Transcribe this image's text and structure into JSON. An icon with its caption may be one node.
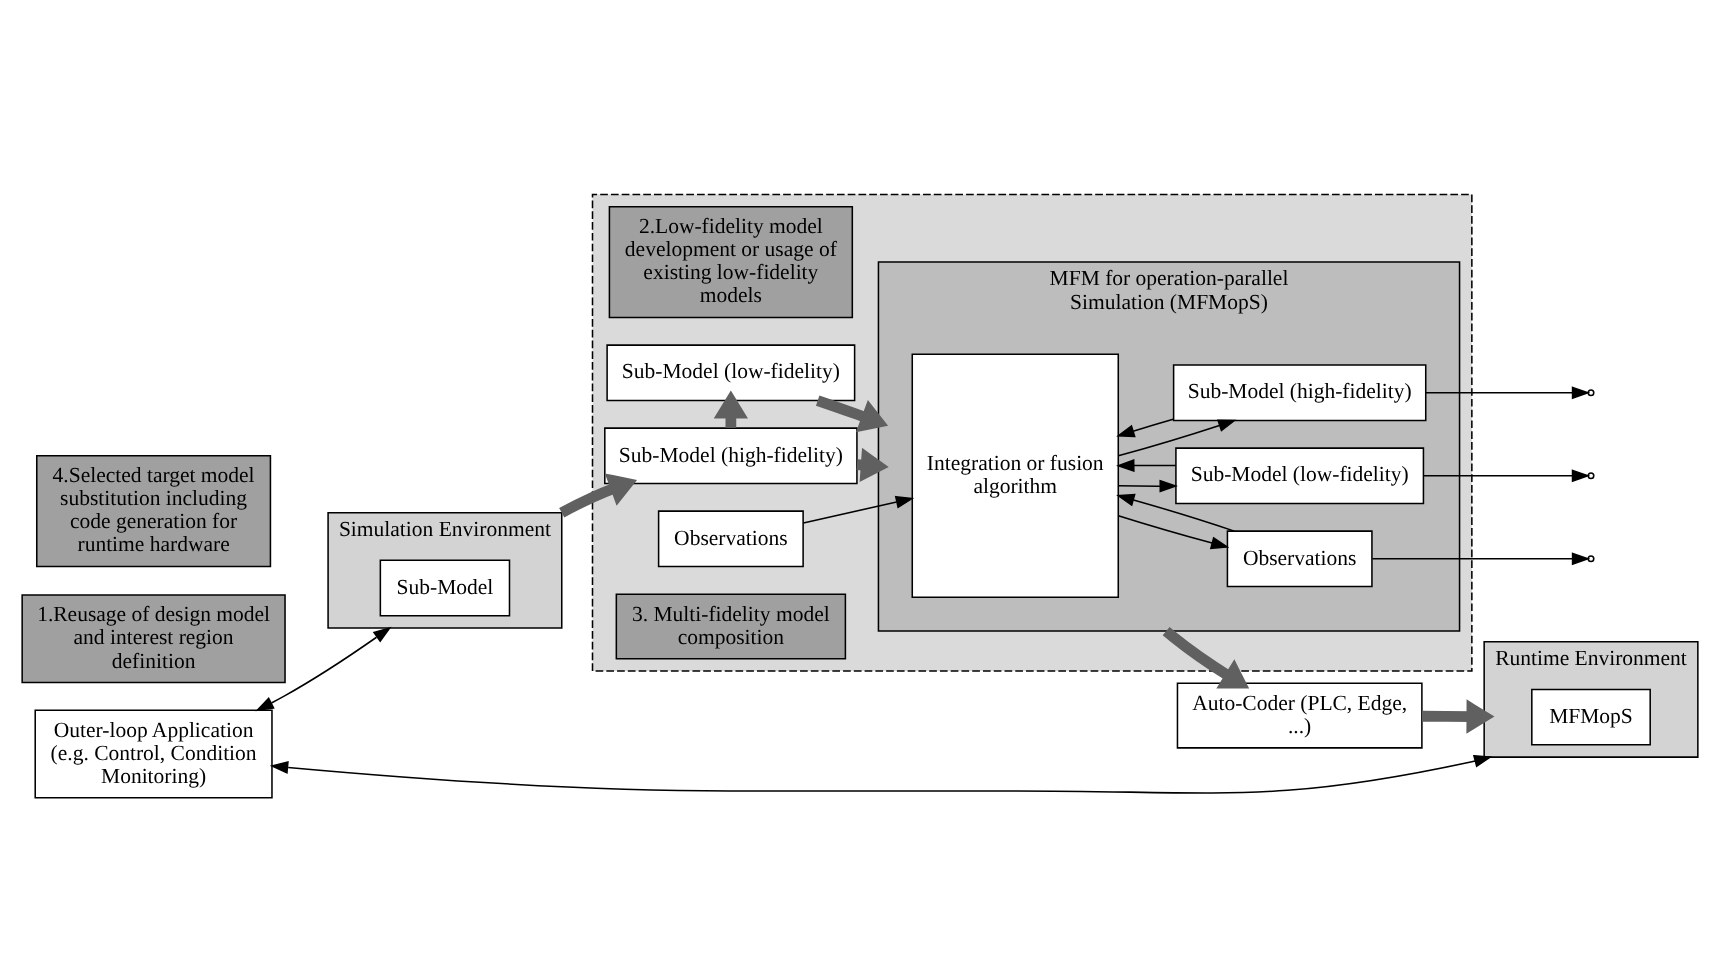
{
  "diagram": {
    "nodes": [
      {
        "text": [
          "Outer-loop Application (e.g. Control, Condition Monitoring)"
        ]
      },
      {
        "text": [
          "Simulation Environment"
        ]
      },
      {
        "text": [
          "Sub-Model"
        ],
        "in": 1
      },
      {
        "text": [
          "Runtime Environment"
        ]
      },
      {
        "text": [
          "MFMopS"
        ],
        "in": 3
      },
      {
        "text": [
          "Auto-Coder (PLC, Edge, ...)"
        ]
      },
      {
        "text": [
          "1.Reusage of design model and interest region definition"
        ]
      },
      {
        "text": [
          "4.Selected target model substitution including code generation for runtime hardware"
        ]
      },
      {
        "text": [],
        "shape": "box"
      },
      {
        "text": [
          "2.Low-fidelity model development or usage of existing low-fidelity models"
        ],
        "in": 8
      },
      {
        "text": [
          "Sub-Model (high-fidelity)"
        ],
        "in": 8
      },
      {
        "text": [
          "Sub-Model (low-fidelity)"
        ],
        "in": 8
      },
      {
        "text": [
          "Observations"
        ],
        "in": 8
      },
      {
        "text": [
          "MFM for operation-parallel Simulation (MFMopS)"
        ],
        "in": 8
      },
      {
        "text": [
          "Integration or fusion algorithm"
        ],
        "in": 13
      },
      {
        "text": [
          "Sub-Model (high-fidelity)"
        ],
        "in": 13
      },
      {
        "text": [
          "Sub-Model (low-fidelity)"
        ],
        "in": 13
      },
      {
        "text": [
          "Observations"
        ],
        "in": 13
      },
      {
        "text": [
          "3. Multi-fidelity model composition"
        ],
        "in": 8
      }
    ],
    "edges": [
      {
        "from": 0,
        "to": 1,
        "arrow": "both"
      },
      {
        "from": 0,
        "to": 3,
        "arrow": "both"
      },
      {
        "from": 5,
        "to": 3,
        "arrow": "to",
        "style": "thick",
        "color": "#606060"
      },
      {
        "from": 13,
        "to": 5,
        "arrow": "to",
        "style": "thick",
        "color": "#606060"
      },
      {
        "from": 1,
        "to": 10,
        "arrow": "to",
        "style": "thick",
        "color": "#606060"
      },
      {
        "from": 10,
        "to": 11,
        "arrow": "to",
        "style": "thick",
        "color": "#606060"
      },
      {
        "from": 10,
        "to": 13,
        "arrow": "to",
        "style": "thick",
        "color": "#606060"
      },
      {
        "from": 11,
        "to": 13,
        "arrow": "to",
        "style": "thick",
        "color": "#606060"
      },
      {
        "from": 12,
        "to": 14,
        "arrow": "to"
      },
      {
        "from": 14,
        "to": 15,
        "arrow": "to"
      },
      {
        "from": 15,
        "to": 14,
        "arrow": "to"
      },
      {
        "from": 14,
        "to": 16,
        "arrow": "to"
      },
      {
        "from": 16,
        "to": 14,
        "arrow": "to"
      },
      {
        "from": 14,
        "to": 17,
        "arrow": "to"
      },
      {
        "from": 17,
        "to": 14,
        "arrow": "to"
      },
      {
        "from": 15,
        "to": null,
        "arrow": "to"
      },
      {
        "from": 16,
        "to": null,
        "arrow": "to"
      },
      {
        "from": 17,
        "to": null,
        "arrow": "to"
      }
    ]
  }
}
